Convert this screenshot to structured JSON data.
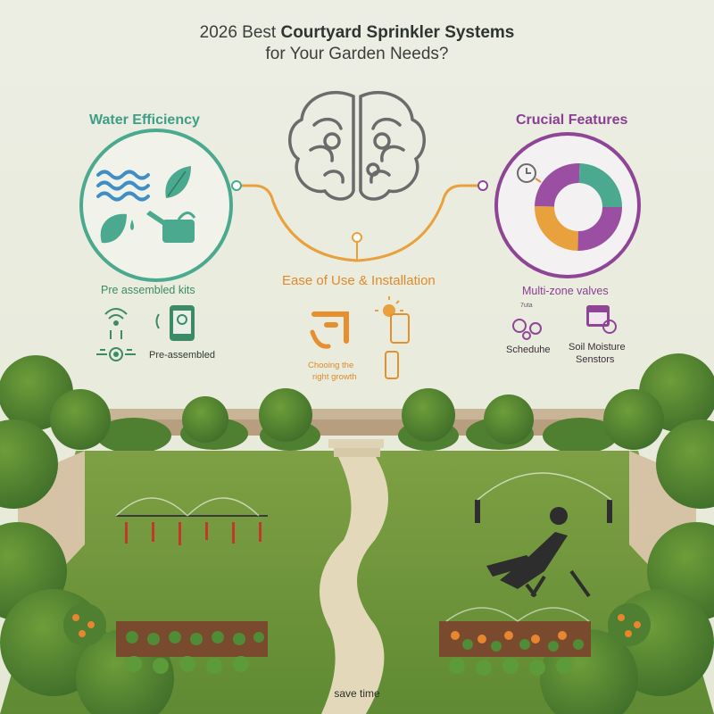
{
  "header": {
    "title_prefix": "2026 Best ",
    "title_bold": "Courtyard Sprinkler Systems",
    "title_line2": "for Your Garden Needs?"
  },
  "water_efficiency": {
    "heading": "Water Efficiency",
    "kits_label": "Pre assembled kits",
    "preassembled_label": "Pre-assembled",
    "color": "#4aa98e"
  },
  "ease_of_use": {
    "heading": "Ease of Use & Installation",
    "caption_line1": "Chooing the",
    "caption_line2": "right growth",
    "color": "#e58f2f"
  },
  "crucial_features": {
    "heading": "Crucial Features",
    "valves_label": "Multi-zone valves",
    "zone_tag": "7uta",
    "schedule_label": "Scheduhe",
    "soil_line1": "Soil Moisture",
    "soil_line2": "Senstors",
    "color": "#8f4596"
  },
  "footer": {
    "save_label": "save time"
  },
  "icons": [
    "waves-icon",
    "leaf-icon",
    "watering-can-icon",
    "brain-icon",
    "wifi-icon",
    "phone-icon",
    "valve-icon",
    "pipe-hand-icon",
    "sun-icon",
    "clock-icon",
    "donut-icon",
    "calendar-icon",
    "gear-icon",
    "sprinkler-icon",
    "person-lounging-icon"
  ]
}
